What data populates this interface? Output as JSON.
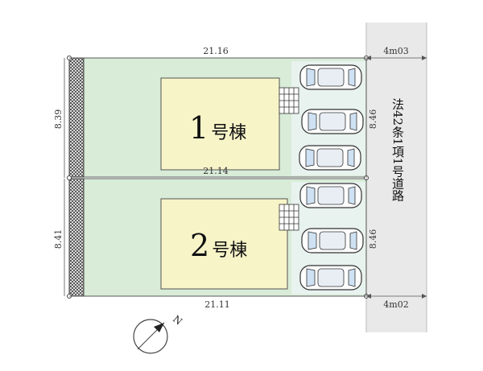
{
  "lots": [
    {
      "num": "1",
      "suffix": "号棟"
    },
    {
      "num": "2",
      "suffix": "号棟"
    }
  ],
  "dimensions": {
    "top_width": "21.16",
    "middle_width": "21.14",
    "bottom_width": "21.11",
    "lot1_depth": "8.39",
    "lot2_depth": "8.41",
    "parking1_depth": "8.46",
    "parking2_depth": "8.46",
    "road_width_top": "4m03",
    "road_width_bottom": "4m02"
  },
  "road_label": "法42条1項1号道路",
  "compass_label": "N",
  "colors": {
    "lot_fill": "#d8ecd8",
    "house_fill": "#f7f4c8",
    "road_fill": "#e9e9e9",
    "hedge": "#555555"
  }
}
